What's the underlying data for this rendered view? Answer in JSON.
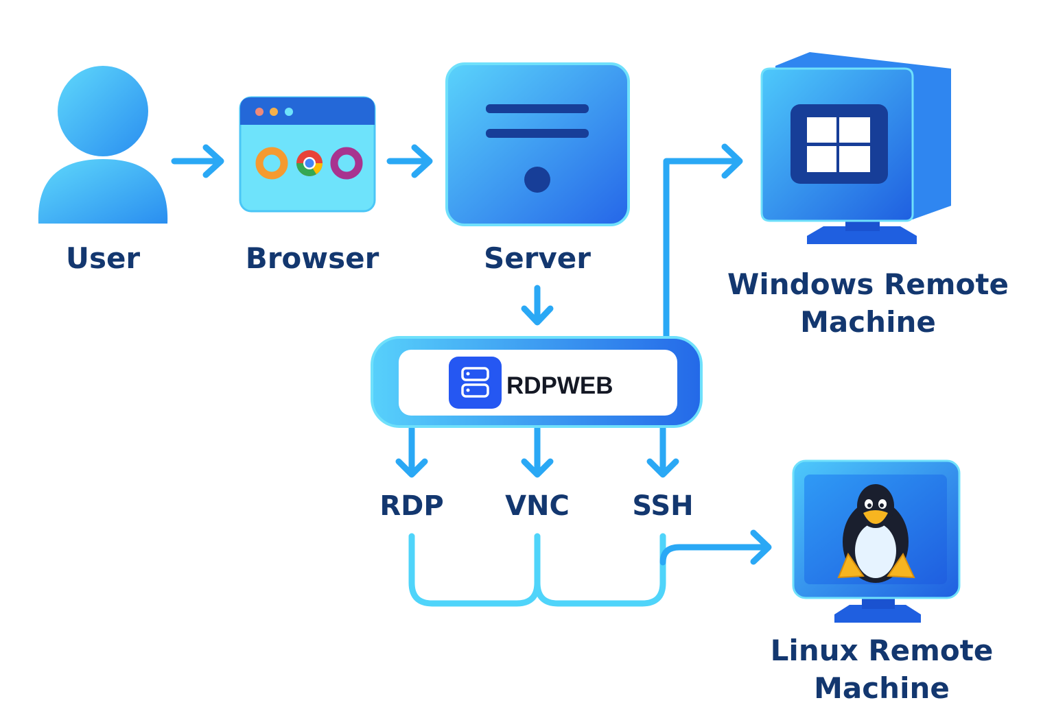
{
  "nodes": {
    "user": "User",
    "browser": "Browser",
    "server": "Server",
    "rdpweb": "RDPWEB",
    "windows_line1": "Windows Remote",
    "windows_line2": "Machine",
    "linux_line1": "Linux Remote",
    "linux_line2": "Machine"
  },
  "protocols": [
    "RDP",
    "VNC",
    "SSH"
  ],
  "icons": {
    "user": "user-icon",
    "browser": "browser-window-icon",
    "server": "server-icon",
    "rdpweb": "rdpweb-logo-icon",
    "windows": "windows-monitor-icon",
    "linux": "linux-monitor-icon"
  },
  "colors": {
    "accent": "#2aa8f5",
    "primary": "#2f7ff0",
    "label": "#13376f",
    "light": "#5fd8fb"
  }
}
